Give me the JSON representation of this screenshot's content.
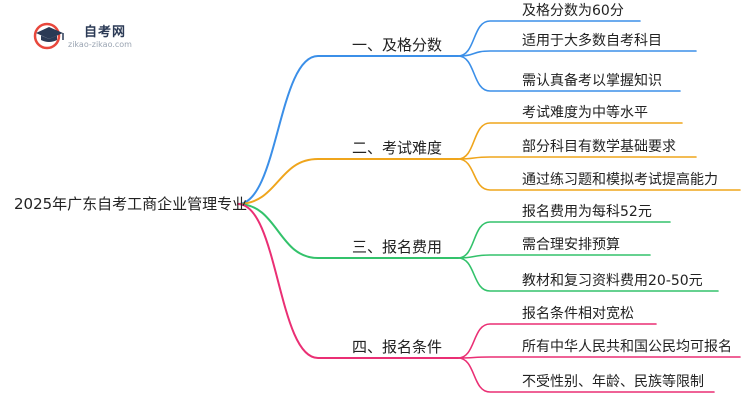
{
  "logo": {
    "name": "自考网",
    "url": "zikao-zikao.com",
    "colors": {
      "dark": "#2b3a55",
      "accent": "#e8473c"
    }
  },
  "root": {
    "label": "2025年广东自考工商企业管理专业"
  },
  "branches": [
    {
      "label": "一、及格分数",
      "color": "#3b8fe8",
      "leaves": [
        "及格分数为60分",
        "适用于大多数自考科目",
        "需认真备考以掌握知识"
      ]
    },
    {
      "label": "二、考试难度",
      "color": "#efa51c",
      "leaves": [
        "考试难度为中等水平",
        "部分科目有数学基础要求",
        "通过练习题和模拟考试提高能力"
      ]
    },
    {
      "label": "三、报名费用",
      "color": "#33c26b",
      "leaves": [
        "报名费用为每科52元",
        "需合理安排预算",
        "教材和复习资料费用20-50元"
      ]
    },
    {
      "label": "四、报名条件",
      "color": "#ea2f74",
      "leaves": [
        "报名条件相对宽松",
        "所有中华人民共和国公民均可报名",
        "不受性别、年龄、民族等限制"
      ]
    }
  ]
}
